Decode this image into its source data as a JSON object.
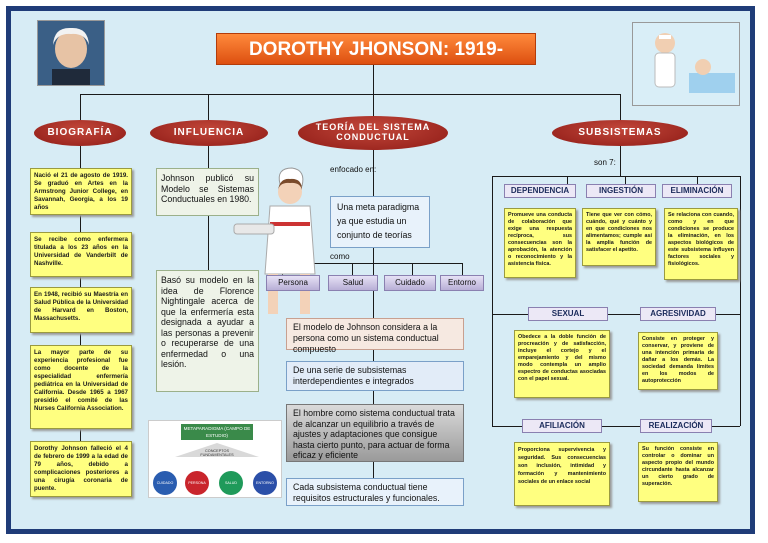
{
  "title": "DOROTHY JHONSON: 1919-",
  "branches": {
    "biografia": "BIOGRAFÍA",
    "influencia": "INFLUENCIA",
    "teoria": "TEORÍA DEL SISTEMA CONDUCTUAL",
    "subsistemas": "SUBSISTEMAS"
  },
  "biografia_items": [
    "Nació el 21 de agosto de 1919. Se graduó en Artes en la Armstrong Junior College, en Savannah, Georgia, a los 19 años",
    "Se recibe como enfermera titulada a los 23 años en la Universidad de Vanderbilt de Nashville.",
    "En 1948, recibió su Maestría en Salud Pública de la Universidad de Harvard en Boston, Massachusetts.",
    "La mayor parte de su experiencia profesional fue como docente de la especialidad enfermería pediátrica en la Universidad de California. Desde 1965 a 1967 presidió el comité de las Nurses California Association.",
    "Dorothy Johnson falleció el 4 de febrero de 1999 a la edad de 79 años, debido a complicaciones posteriores a una cirugía coronaria de puente."
  ],
  "influencia_items": [
    "Johnson publicó su Modelo se Sistemas Conductuales en 1980.",
    "Basó su modelo en la idea de Florence Nightingale acerca de que la enfermería esta designada a ayudar a las personas a prevenir o recuperarse de una enfermedad o una lesión."
  ],
  "teoria": {
    "enfocado": "enfocado en:",
    "meta": "Una meta paradigma ya que estudia un conjunto de teorías",
    "como": "como",
    "conceptos": [
      "Persona",
      "Salud",
      "Cuidado",
      "Entorno"
    ],
    "modelo": "El modelo de Johnson considera a la persona como un sistema conductual compuesto",
    "serie": "De una serie de subsistemas interdependientes e integrados",
    "hombre": "El hombre como sistema conductual trata de alcanzar un equilibrio a través de ajustes y adaptaciones que consigue hasta cierto punto, para actuar de forma eficaz y eficiente",
    "cada": "Cada subsistema conductual tiene requisitos estructurales y funcionales."
  },
  "metaparadigma": {
    "title": "METAPARADIGMA (CAMPO DE ESTUDIO)",
    "sub": "CONCEPTOS FUNDAMENTALES",
    "circles": [
      "CUIDADO",
      "PERSONA",
      "SALUD",
      "ENTORNO"
    ],
    "colors": [
      "#2a5db0",
      "#c9252c",
      "#1f9a5a",
      "#2b4fa8"
    ]
  },
  "subsistemas": {
    "son": "son 7:",
    "items": [
      {
        "name": "DEPENDENCIA",
        "text": "Promueve una conducta de colaboración que exige una respuesta recíproca, sus consecuencias son la aprobación, la atención o reconocimiento y la asistencia física."
      },
      {
        "name": "INGESTIÓN",
        "text": "Tiene que ver con cómo, cuándo, qué y cuánto y en que condiciones nos alimentamos; cumple así la amplia función de satisfacer el apetito."
      },
      {
        "name": "ELIMINACIÓN",
        "text": "Se relaciona con cuando, como y en que condiciones se produce la eliminación, en los aspectos biológicos de este subsistema influyen factores sociales y fisiológicos."
      },
      {
        "name": "SEXUAL",
        "text": "Obedece a la doble función de procreación y de satisfacción, incluye el cortejo y el emparejamiento y del mismo modo contempla un amplio espectro de conductas asociadas con el papel sexual."
      },
      {
        "name": "AGRESIVIDAD",
        "text": "Consiste en proteger y conservar, y proviene de una intención primaria de dañar a los demás. La sociedad demanda límites en los modos de autoprotección"
      },
      {
        "name": "AFILIACIÓN",
        "text": "Proporciona supervivencia y seguridad. Sus consecuencias son inclusión, intimidad y formación y mantenimiento sociales de un enlace social"
      },
      {
        "name": "REALIZACIÓN",
        "text": "Su función consiste en controlar o dominar un aspecto propio del mundo circundante hasta alcanzar un cierto grado de superación."
      }
    ]
  }
}
